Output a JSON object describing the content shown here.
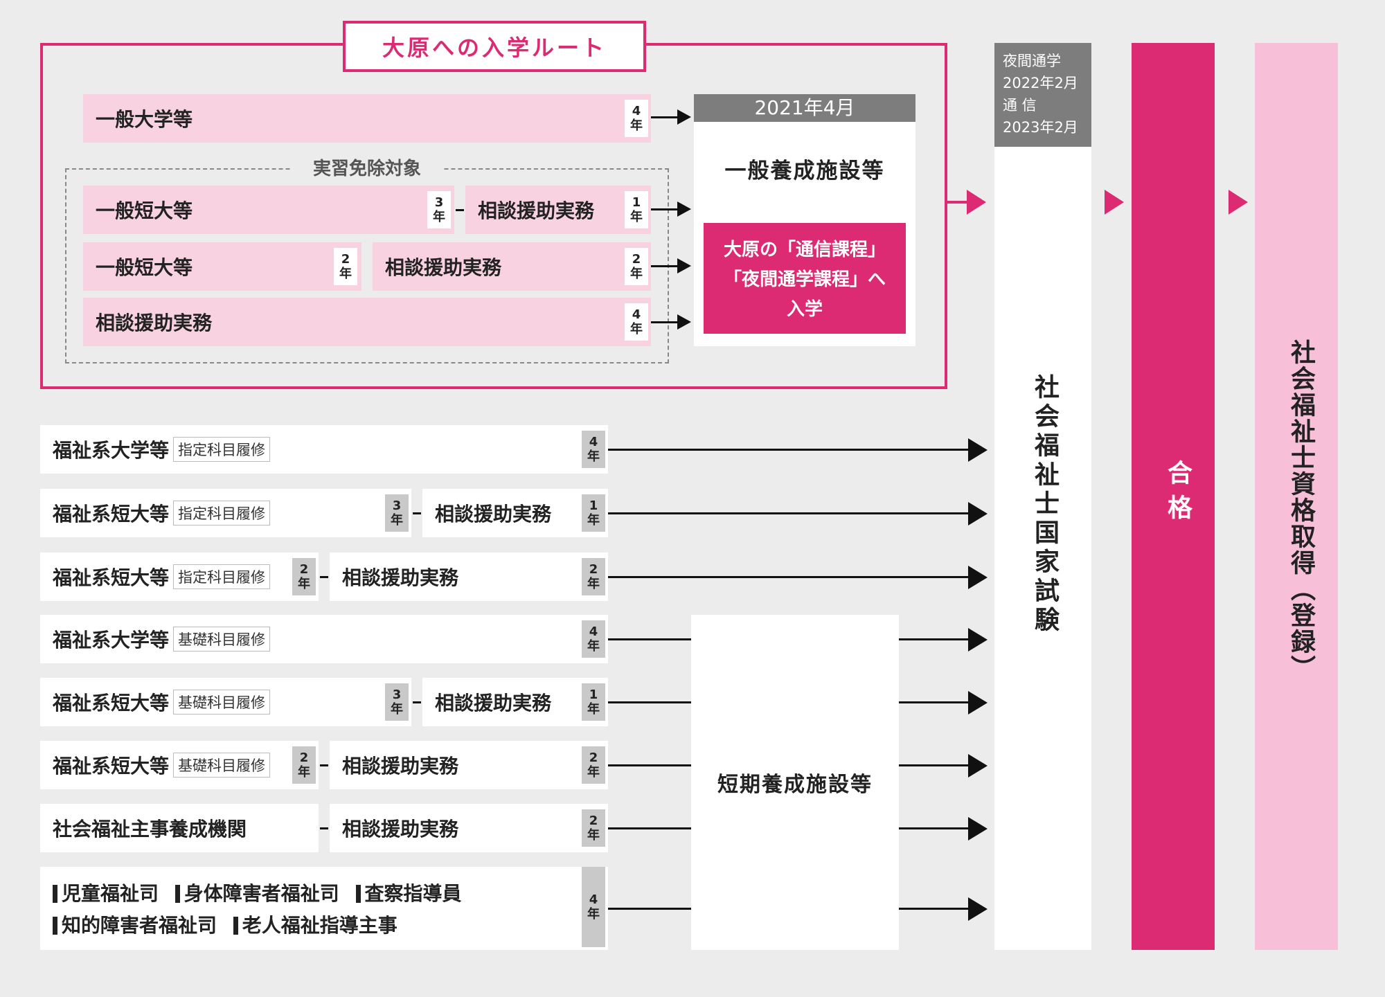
{
  "route_title": "大原への入学ルート",
  "practicum_exempt_label": "実習免除対象",
  "date_header": "2021年4月",
  "general_facility": "一般養成施設等",
  "ohara_enroll": [
    "大原の「通信課程」",
    "「夜間通学課程」へ",
    "入学"
  ],
  "exam_dates": [
    "夜間通学",
    "2022年2月",
    "通 信",
    "2023年2月"
  ],
  "exam_name": "社会福祉士国家試験",
  "pass_label": "合格",
  "result_label": "社会福祉士資格取得（登録）",
  "short_facility": "短期養成施設等",
  "year_labels": {
    "y1": "1\n年",
    "y2": "2\n年",
    "y3": "3\n年",
    "y4": "4\n年"
  },
  "upper_rows": {
    "r1": "一般大学等",
    "r2a": "一般短大等",
    "r2b": "相談援助実務",
    "r3a": "一般短大等",
    "r3b": "相談援助実務",
    "r4": "相談援助実務"
  },
  "lower_rows": {
    "r1": "福祉系大学等",
    "r2": "福祉系短大等",
    "r3": "福祉系短大等",
    "r4": "福祉系大学等",
    "r5": "福祉系短大等",
    "r6": "福祉系短大等",
    "r7": "社会福祉主事養成機関",
    "tag_designated": "指定科目履修",
    "tag_basic": "基礎科目履修",
    "practice": "相談援助実務",
    "bottom_line1": [
      "児童福祉司",
      "身体障害者福祉司",
      "査察指導員"
    ],
    "bottom_line2": [
      "知的障害者福祉司",
      "老人福祉指導主事"
    ]
  },
  "colors": {
    "accent": "#dc2b73",
    "light_pink": "#f8d2e0",
    "result_pink": "#f8c0d8",
    "gray": "#7d7d7d"
  }
}
